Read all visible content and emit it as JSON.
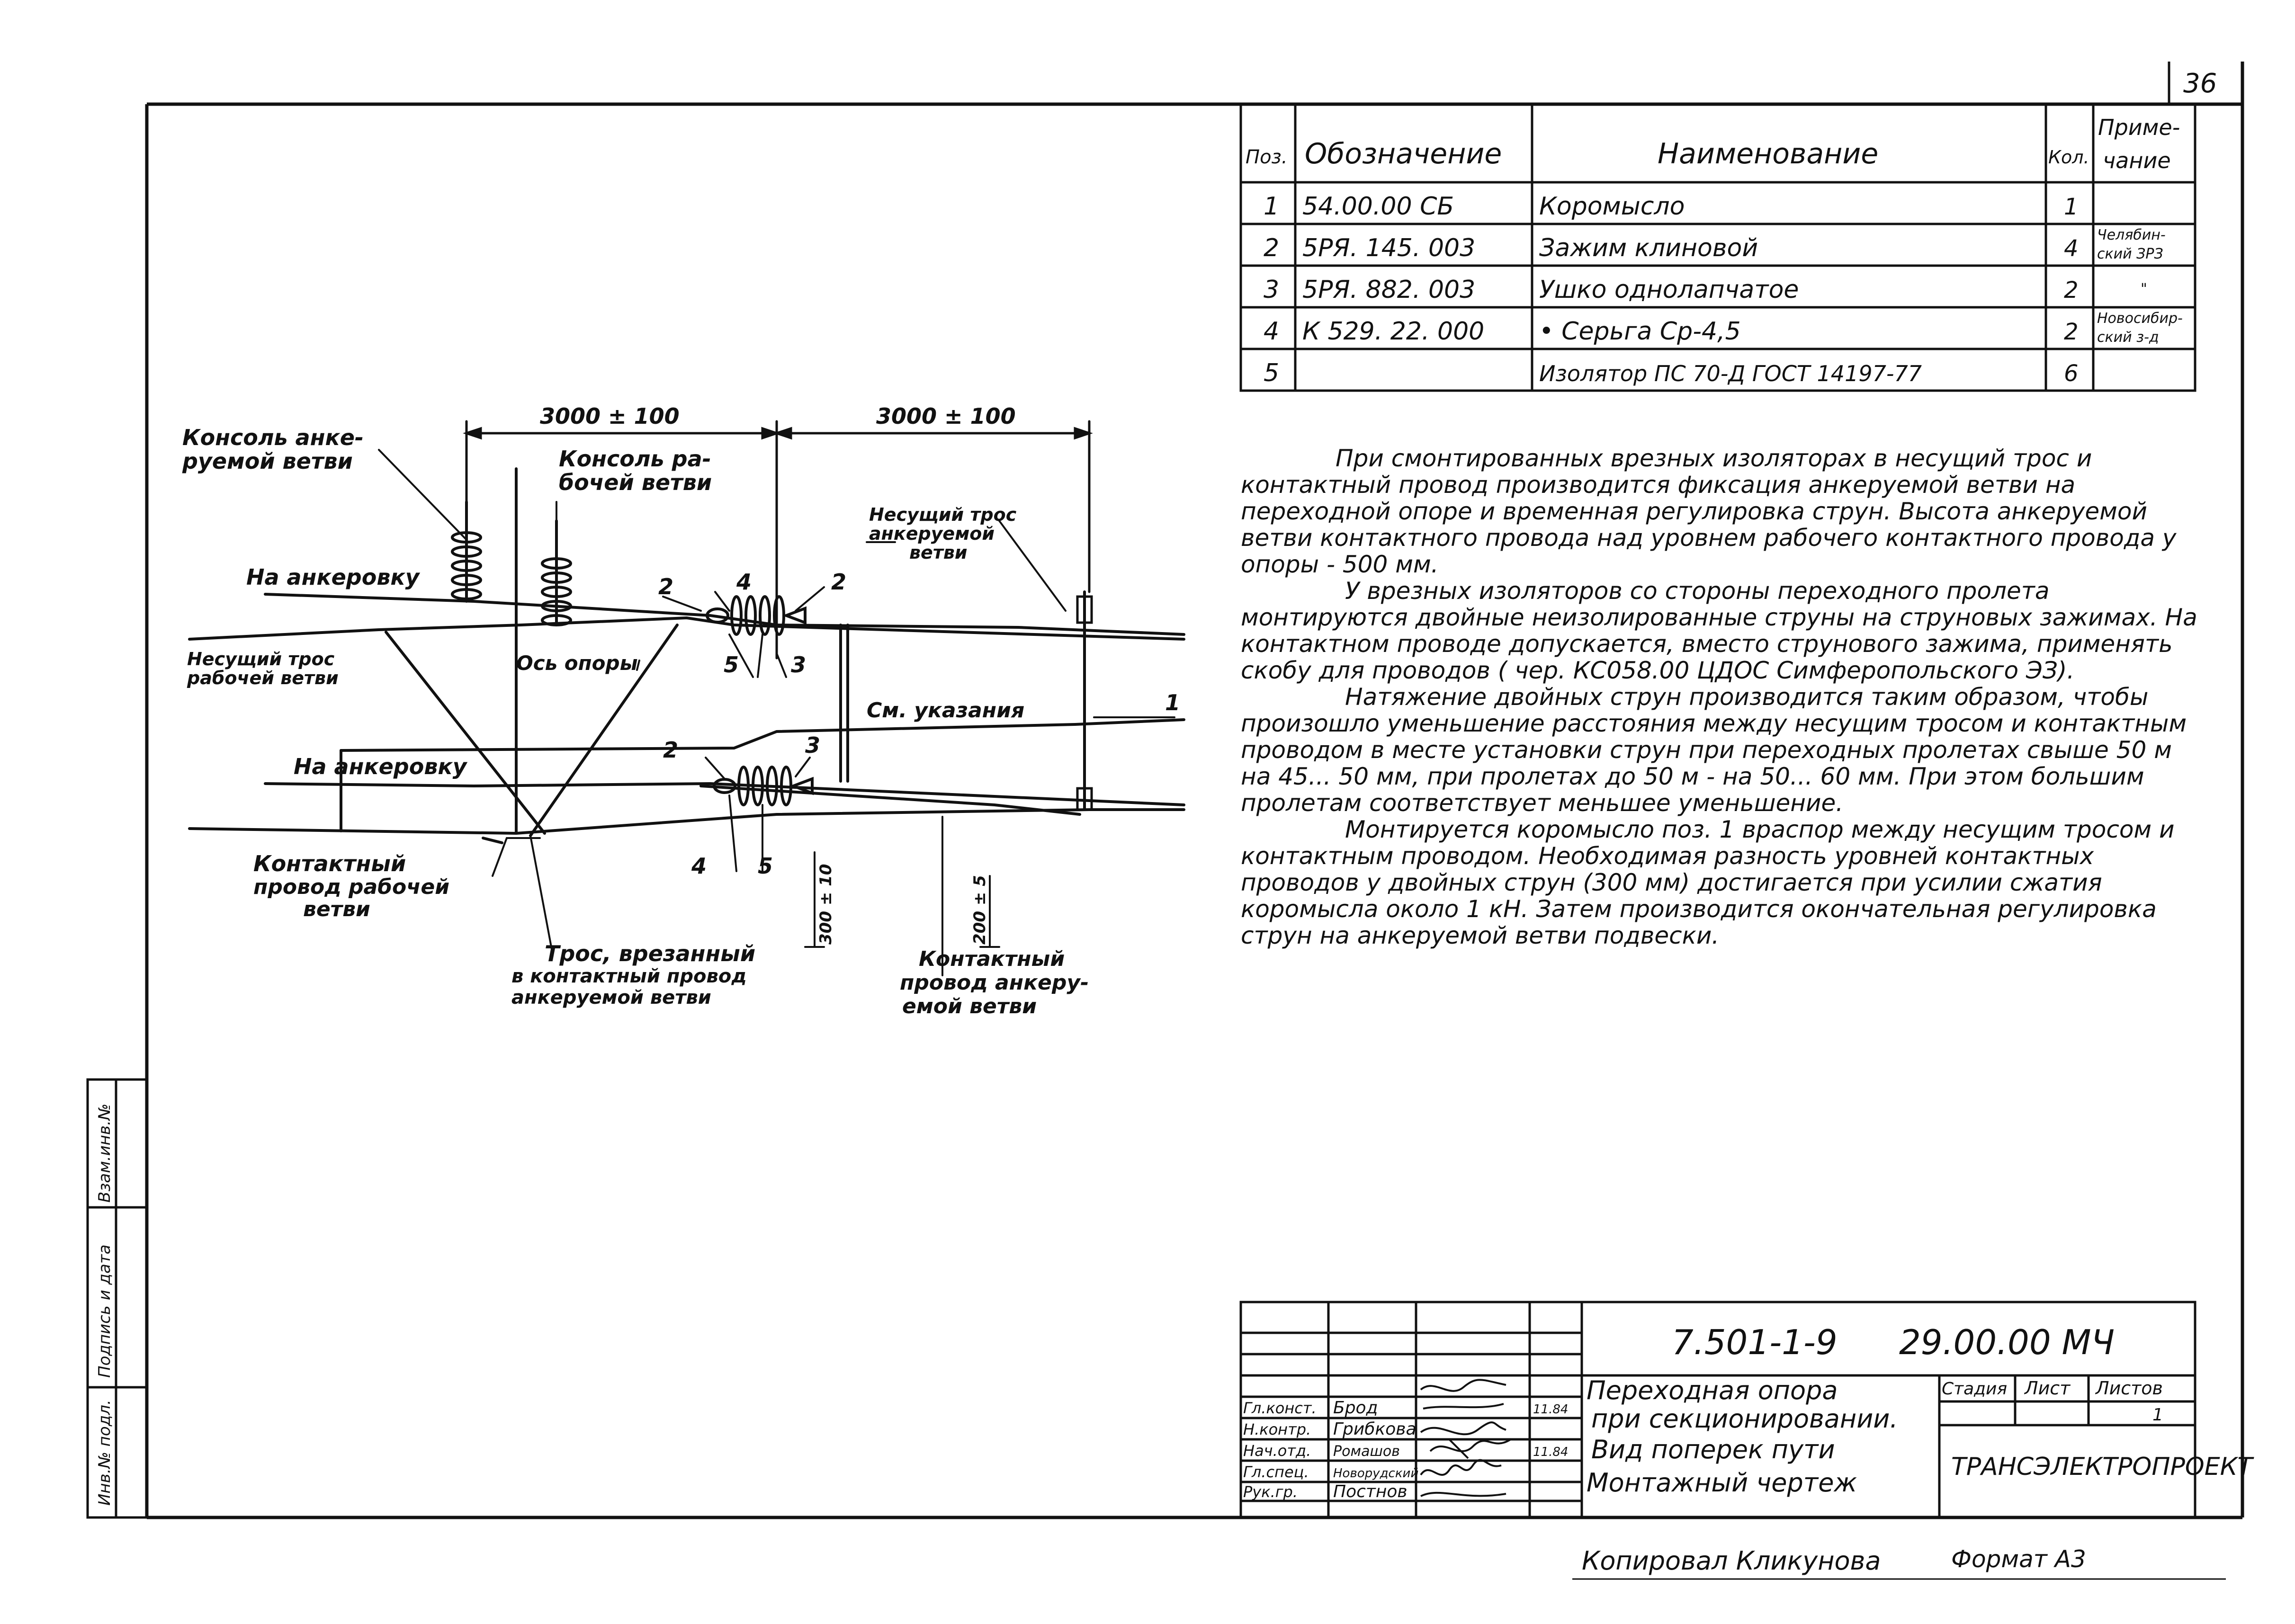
{
  "page_number": "36",
  "spec_table": {
    "headers": {
      "pos": "Поз.",
      "designation": "Обозначение",
      "name": "Наименование",
      "qty": "Кол.",
      "note_line1": "Приме-",
      "note_line2": "чание"
    },
    "rows": [
      {
        "pos": "1",
        "designation": "54.00.00 СБ",
        "name": "Коромысло",
        "qty": "1",
        "note1": "",
        "note2": ""
      },
      {
        "pos": "2",
        "designation": "5РЯ. 145. 003",
        "name": "Зажим клиновой",
        "qty": "4",
        "note1": "Челябин-",
        "note2": "ский ЗРЗ"
      },
      {
        "pos": "3",
        "designation": "5РЯ. 882. 003",
        "name": "Ушко однолапчатое",
        "qty": "2",
        "note1": "\"",
        "note2": ""
      },
      {
        "pos": "4",
        "designation": "К 529. 22. 000",
        "name": "• Серьга Ср-4,5",
        "qty": "2",
        "note1": "Новосибир-",
        "note2": "ский з-д"
      },
      {
        "pos": "5",
        "designation": "",
        "name": "Изолятор ПС 70-Д ГОСТ 14197-77",
        "qty": "6",
        "note1": "",
        "note2": ""
      }
    ]
  },
  "drawing": {
    "dim_left": "3000 ± 100",
    "dim_right": "3000 ± 100",
    "lbl_console_anchor_1": "Консоль анке-",
    "lbl_console_anchor_2": "руемой ветви",
    "lbl_console_work_1": "Консоль ра-",
    "lbl_console_work_2": "бочей ветви",
    "lbl_to_anchor_top": "На анкеровку",
    "lbl_to_anchor_bottom": "На анкеровку",
    "lbl_carrier_work_1": "Несущий трос",
    "lbl_carrier_work_2": "рабочей ветви",
    "lbl_pole_axis": "Ось опоры",
    "lbl_carrier_anchor_1": "Несущий трос",
    "lbl_carrier_anchor_2": "анкеруемой",
    "lbl_carrier_anchor_3": "ветви",
    "lbl_see_instructions": "См. указания",
    "lbl_contact_work_1": "Контактный",
    "lbl_contact_work_2": "провод рабочей",
    "lbl_contact_work_3": "ветви",
    "lbl_cable_cut_1": "Трос, врезанный",
    "lbl_cable_cut_2": "в контактный провод",
    "lbl_cable_cut_3": "анкеруемой ветви",
    "lbl_contact_anchor_1": "Контактный",
    "lbl_contact_anchor_2": "провод анкеру-",
    "lbl_contact_anchor_3": "емой ветви",
    "dim_vert_1": "300 ± 10",
    "dim_vert_2": "200 ± 5",
    "pos_1": "1",
    "pos_2a": "2",
    "pos_2b": "2",
    "pos_2c": "2",
    "pos_3a": "3",
    "pos_3b": "3",
    "pos_4a": "4",
    "pos_4b": "4",
    "pos_5a": "5",
    "pos_5b": "5"
  },
  "notes": [
    "При смонтированных врезных изоляторах в несущий трос и контактный провод производится фиксация анкеруемой ветви на переходной опоре и временная регулировка струн. Высота анкеруемой ветви контактного провода над уровнем рабочего контактного провода у опоры - 500 мм.",
    "У врезных изоляторов со стороны переходного пролета монтируются двойные неизолированные струны на струновых зажимах. На контактном проводе допускается, вместо струнового зажима, применять скобу для проводов ( чер. КС058.00 ЦДОС Симферопольского ЭЗ).",
    "Натяжение двойных струн производится таким образом, чтобы произошло уменьшение расстояния между несущим тросом и контактным проводом в месте установки струн при переходных пролетах свыше 50 м на 45... 50 мм, при пролетах до 50 м - на 50... 60 мм. При этом большим пролетам соответствует меньшее уменьшение.",
    "Монтируется коромысло поз. 1 враспор между несущим тросом и контактным проводом. Необходимая разность уровней контактных проводов у двойных струн (300 мм) достигается при усилии сжатия коромысла около 1 кН. Затем производится окончательная регулировка струн на анкеруемой ветви подвески."
  ],
  "title_block": {
    "doc_code": "7.501-1-9",
    "doc_number": "29.00.00 МЧ",
    "title_1": "Переходная опора",
    "title_2": "при секционировании.",
    "title_3": "Вид поперек пути",
    "title_4": "Монтажный чертеж",
    "stage_label": "Стадия",
    "sheet_label": "Лист",
    "sheets_label": "Листов",
    "sheets_value": "1",
    "organization": "ТРАНСЭЛЕКТРОПРОЕКТ",
    "signers": [
      {
        "role": "Гл.конст.",
        "name": "Брод",
        "date": "11.84"
      },
      {
        "role": "Н.контр.",
        "name": "Грибкова",
        "date": ""
      },
      {
        "role": "Нач.отд.",
        "name": "Ромашов",
        "date": "11.84"
      },
      {
        "role": "Гл.спец.",
        "name": "Новорудский",
        "date": ""
      },
      {
        "role": "Рук.гр.",
        "name": "Постнов",
        "date": ""
      }
    ]
  },
  "side_stamp": {
    "cell_1": "Инв.№ подл.",
    "cell_2": "Подпись и дата",
    "cell_3": "Взам.инв.№"
  },
  "footer": {
    "copied_by": "Копировал Кликунова",
    "format": "Формат А3"
  }
}
